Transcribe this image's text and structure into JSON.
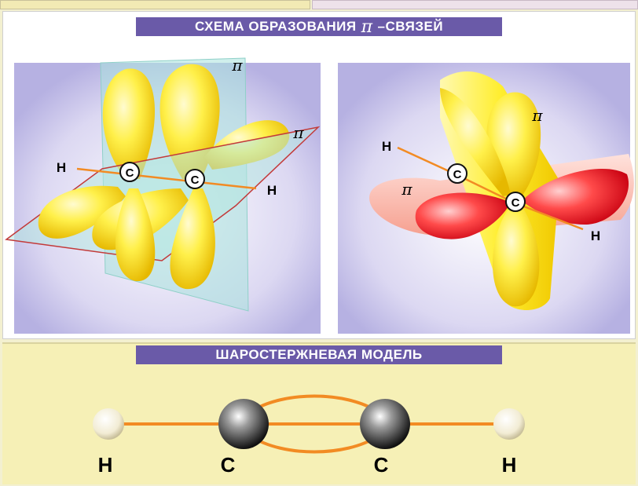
{
  "title": {
    "text": "СХЕМА ОБРАЗОВАНИЯ",
    "symbol": "π",
    "suffix": "–СВЯЗЕЙ"
  },
  "subtitle": "ШАРОСТЕРЖНЕВАЯ МОДЕЛЬ",
  "left_diagram": {
    "atom_labels": [
      "C",
      "C"
    ],
    "hydrogen_labels": [
      "H",
      "H"
    ],
    "pi_labels": [
      "π",
      "π"
    ]
  },
  "right_diagram": {
    "atom_labels": [
      "C",
      "C"
    ],
    "hydrogen_labels": [
      "H",
      "H"
    ],
    "pi_labels": [
      "π",
      "π"
    ]
  },
  "ball_model": {
    "labels": [
      "H",
      "C",
      "C",
      "H"
    ]
  },
  "colors": {
    "banner": "#6a5aa8",
    "orbital_yellow": "#ffe81c",
    "orbital_red": "#e8121a",
    "bond_orange": "#f28b23",
    "bottom_panel": "#f6f0b6"
  }
}
